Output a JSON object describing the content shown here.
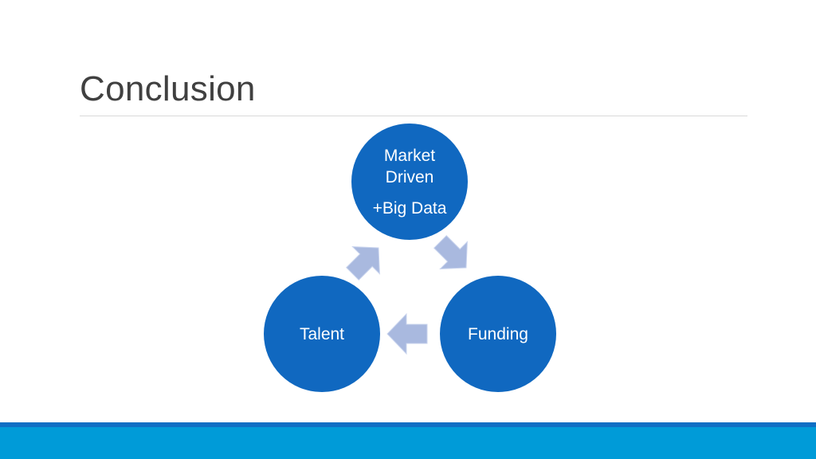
{
  "slide": {
    "title": "Conclusion"
  },
  "diagram": {
    "nodes": [
      {
        "id": "market",
        "lines": [
          "Market",
          "Driven",
          "+Big Data"
        ]
      },
      {
        "id": "funding",
        "lines": [
          "Funding"
        ]
      },
      {
        "id": "talent",
        "lines": [
          "Talent"
        ]
      }
    ],
    "cycle": [
      "market",
      "funding",
      "talent"
    ]
  },
  "colors": {
    "title_text": "#404040",
    "node_fill": "#1068c0",
    "node_text": "#ffffff",
    "arrow_fill": "#a9b9df",
    "accent_bar": "#009bd8",
    "accent_bar_top": "#0f6fc4",
    "rule": "#d9d9d9"
  }
}
